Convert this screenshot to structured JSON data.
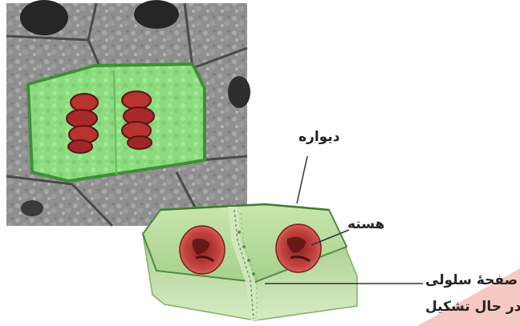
{
  "labels": {
    "wall": "دیواره",
    "nucleus": "هسته",
    "cell_plate_line1": "صفحهٔ سلولی",
    "cell_plate_line2": "در حال تشکیل"
  },
  "colors": {
    "micrograph_bg": "#8f8f8f",
    "cell_green": "#8bdc7f",
    "cell_green_dark": "#4a9a3e",
    "chromosome_red": "#b8322f",
    "chromosome_dark": "#5a1414",
    "model_green": "#b9dca0",
    "nucleus_red": "#c5453f",
    "leader_line": "#333333",
    "label_highlight": "#f7c9c3"
  }
}
